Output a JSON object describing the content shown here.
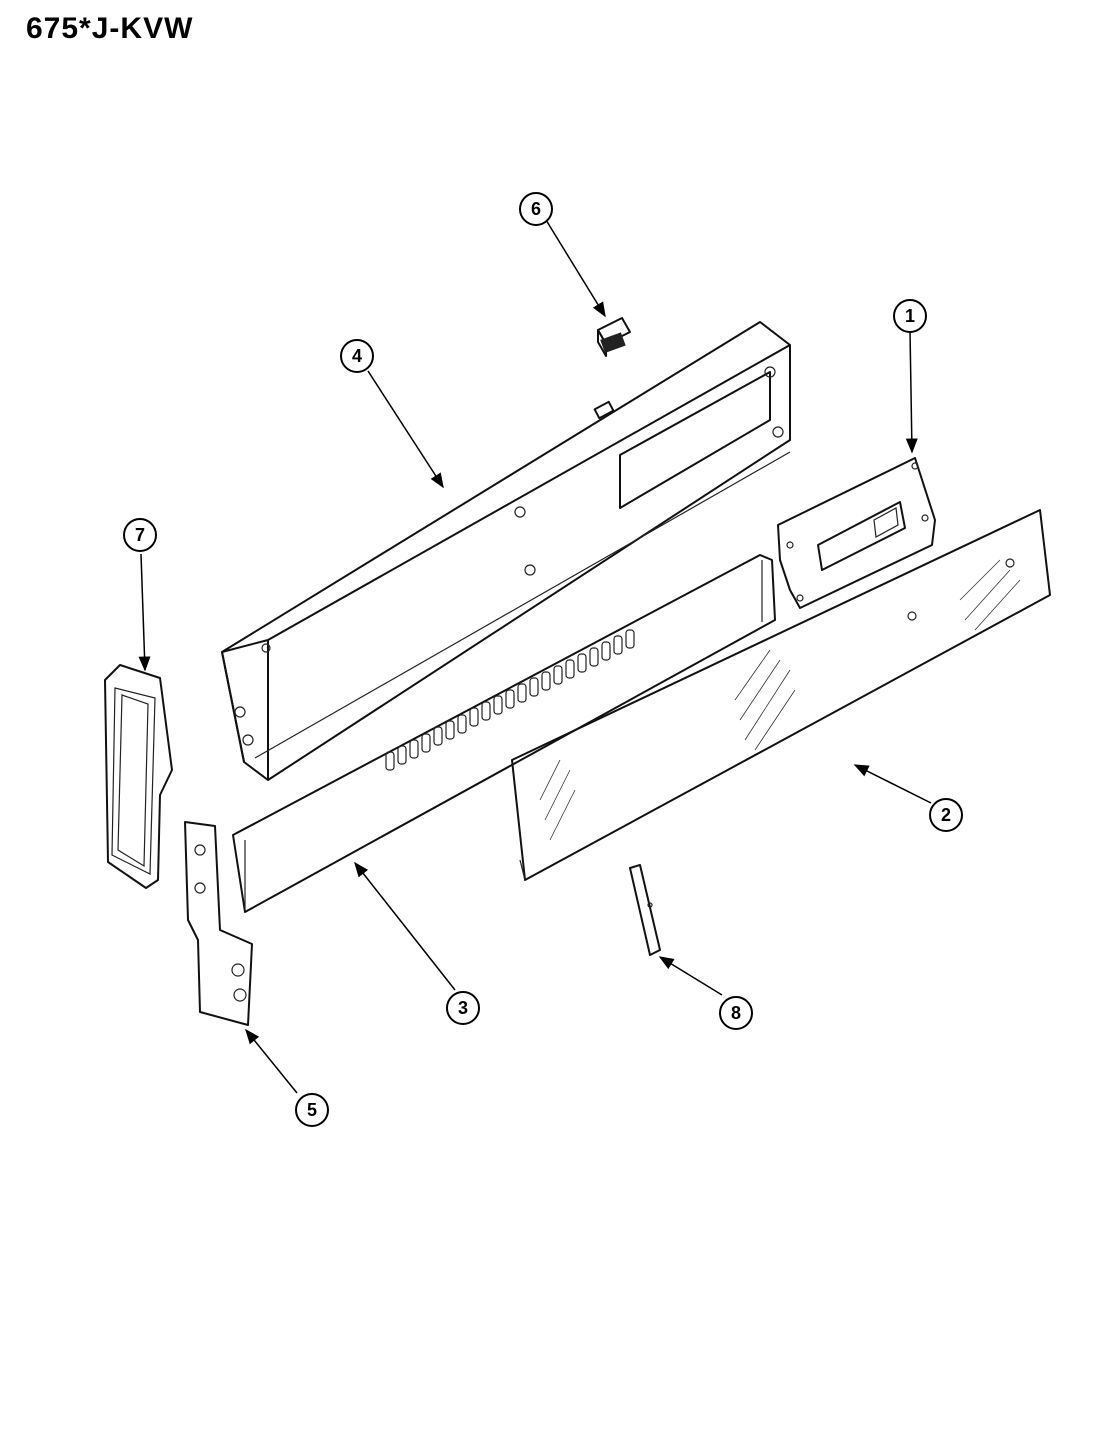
{
  "header": {
    "title": "675*J-KVW"
  },
  "callouts": [
    {
      "id": "1",
      "label": "1"
    },
    {
      "id": "2",
      "label": "2"
    },
    {
      "id": "3",
      "label": "3"
    },
    {
      "id": "4",
      "label": "4"
    },
    {
      "id": "5",
      "label": "5"
    },
    {
      "id": "6",
      "label": "6"
    },
    {
      "id": "7",
      "label": "7"
    },
    {
      "id": "8",
      "label": "8"
    }
  ]
}
